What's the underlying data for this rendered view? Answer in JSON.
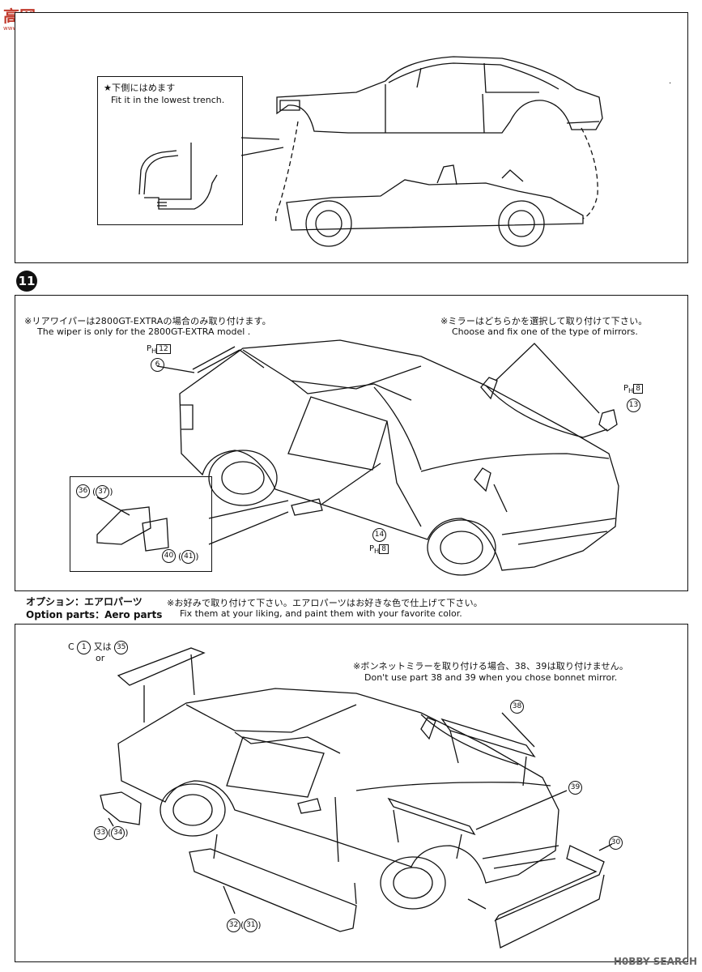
{
  "site_logo": {
    "mark": "高",
    "text": "网",
    "tagline": "www.hobby.com"
  },
  "watermark": "H0BBY SEARCH",
  "panel1": {
    "note_jp": "★下側にはめます",
    "note_en": "Fit it in the lowest trench."
  },
  "step": {
    "number": "11"
  },
  "panel2": {
    "wiper_jp": "※リアワイパーは2800GT-EXTRAの場合のみ取り付けます。",
    "wiper_en": "The wiper is only for the 2800GT-EXTRA model .",
    "mirror_jp": "※ミラーはどちらかを選択して取り付けて下さい。",
    "mirror_en": "Choose and fix one of the type of mirrors.",
    "part_6": "6",
    "ph_12": "12",
    "part_13": "13",
    "ph_8a": "8",
    "part_14": "14",
    "ph_8b": "8",
    "inset_36": "36",
    "inset_37": "37",
    "inset_40": "40",
    "inset_41": "41",
    "ph_prefix": "P",
    "ph_sub": "H"
  },
  "option": {
    "title_jp": "オプション：エアロパーツ",
    "title_en": "Option parts：Aero parts",
    "desc_jp": "※お好みで取り付けて下さい。エアロパーツはお好きな色で仕上げて下さい。",
    "desc_en": "Fix them at your liking, and  paint them with your favorite color."
  },
  "panel3": {
    "c_prefix": "C",
    "c1": "1",
    "or_jp": "又は",
    "part_35": "35",
    "or_en": "or",
    "bonnet_jp": "※ボンネットミラーを取り付ける場合、38、39は取り付けません。",
    "bonnet_en": "Don't use part 38 and 39 when you chose bonnet mirror.",
    "part_38": "38",
    "part_39": "39",
    "part_30": "30",
    "part_33": "33",
    "part_34": "34",
    "part_32": "32",
    "part_31": "31"
  }
}
